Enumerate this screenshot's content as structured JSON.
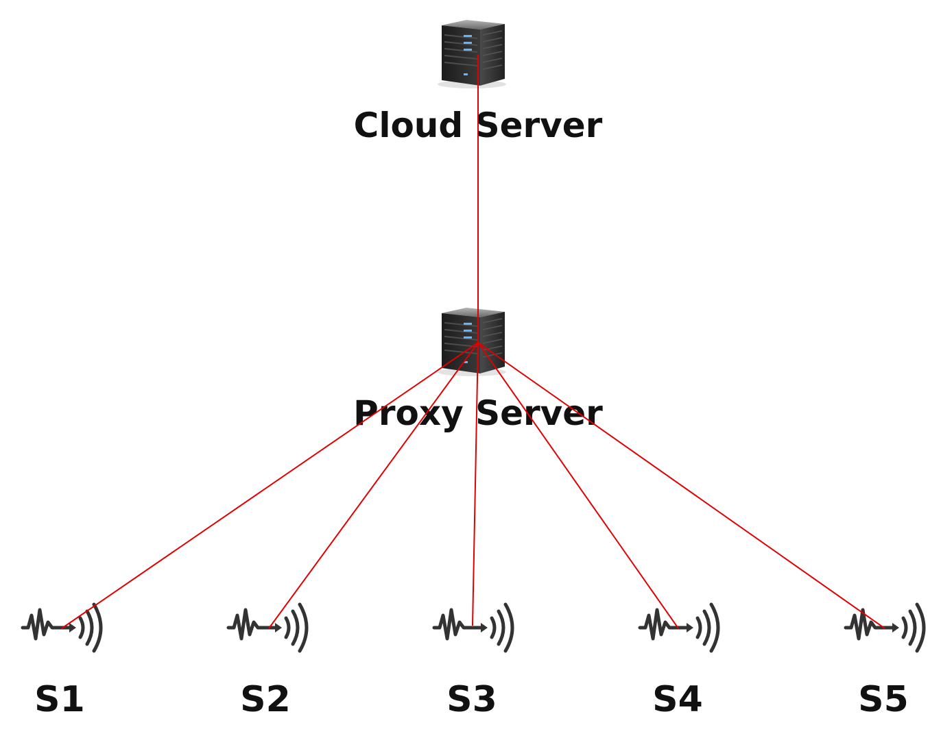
{
  "diagram": {
    "nodes": {
      "cloud_server": {
        "label": "Cloud Server",
        "icon": "server-tower-icon"
      },
      "proxy_server": {
        "label": "Proxy Server",
        "icon": "server-tower-icon"
      },
      "sensors": [
        {
          "id": "S1",
          "label": "S1",
          "icon": "sensor-signal-icon"
        },
        {
          "id": "S2",
          "label": "S2",
          "icon": "sensor-signal-icon"
        },
        {
          "id": "S3",
          "label": "S3",
          "icon": "sensor-signal-icon"
        },
        {
          "id": "S4",
          "label": "S4",
          "icon": "sensor-signal-icon"
        },
        {
          "id": "S5",
          "label": "S5",
          "icon": "sensor-signal-icon"
        }
      ]
    },
    "links": [
      {
        "from": "Cloud Server",
        "to": "Proxy Server"
      },
      {
        "from": "Proxy Server",
        "to": "S1"
      },
      {
        "from": "Proxy Server",
        "to": "S2"
      },
      {
        "from": "Proxy Server",
        "to": "S3"
      },
      {
        "from": "Proxy Server",
        "to": "S4"
      },
      {
        "from": "Proxy Server",
        "to": "S5"
      }
    ],
    "colors": {
      "link": "#e00000",
      "server_body": "#2b2b2b",
      "server_top": "#8a8a8a",
      "server_led": "#5fb8ff",
      "sensor": "#333333"
    }
  }
}
